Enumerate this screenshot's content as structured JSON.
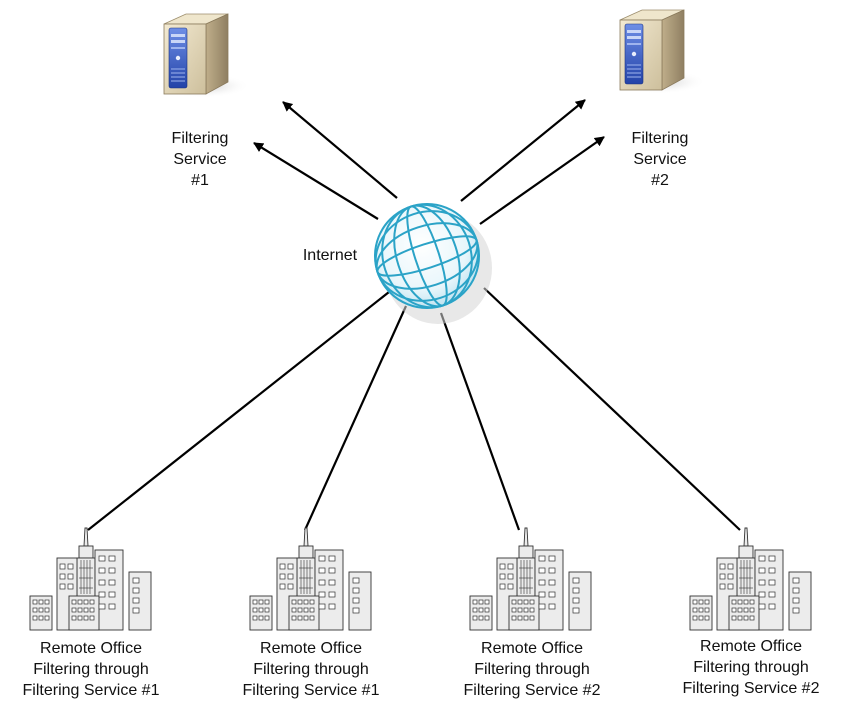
{
  "internet": {
    "label": "Internet"
  },
  "services": [
    {
      "lines": [
        "Filtering",
        "Service",
        "#1"
      ]
    },
    {
      "lines": [
        "Filtering",
        "Service",
        "#2"
      ]
    }
  ],
  "offices": [
    {
      "lines": [
        "Remote Office",
        "Filtering through",
        "Filtering Service #1"
      ]
    },
    {
      "lines": [
        "Remote Office",
        "Filtering through",
        "Filtering Service #1"
      ]
    },
    {
      "lines": [
        "Remote Office",
        "Filtering through",
        "Filtering Service #2"
      ]
    },
    {
      "lines": [
        "Remote Office",
        "Filtering through",
        "Filtering Service #2"
      ]
    }
  ],
  "colors": {
    "line": "#000000",
    "server_front": "#e6dcc0",
    "server_side": "#b9a987",
    "server_panel": "#3b63c9",
    "globe": "#2ba3c7",
    "building": "#e8e8e8",
    "building_stroke": "#333333"
  },
  "icons": {
    "server": "server-tower-icon",
    "globe": "internet-globe-icon",
    "office": "office-buildings-icon"
  }
}
